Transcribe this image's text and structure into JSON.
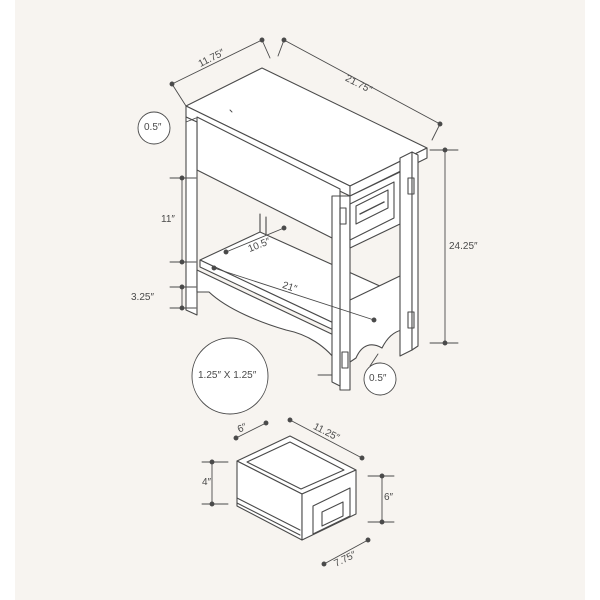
{
  "dimensions": {
    "top_depth": "11.75″",
    "top_width": "21.75″",
    "top_thickness": "0.5″",
    "total_height": "24.25″",
    "upper_clearance": "11″",
    "shelf_depth": "10.5″",
    "shelf_width": "21″",
    "foot_height": "3.25″",
    "leg_section": "1.25″ X 1.25″",
    "shelf_thickness": "0.5″"
  },
  "drawer": {
    "depth": "6″",
    "width": "11.25″",
    "inner_height": "4″",
    "front_height": "6″",
    "front_width": "7.75″"
  },
  "colors": {
    "background": "#f7f4f0",
    "line": "#4a4a4a"
  }
}
